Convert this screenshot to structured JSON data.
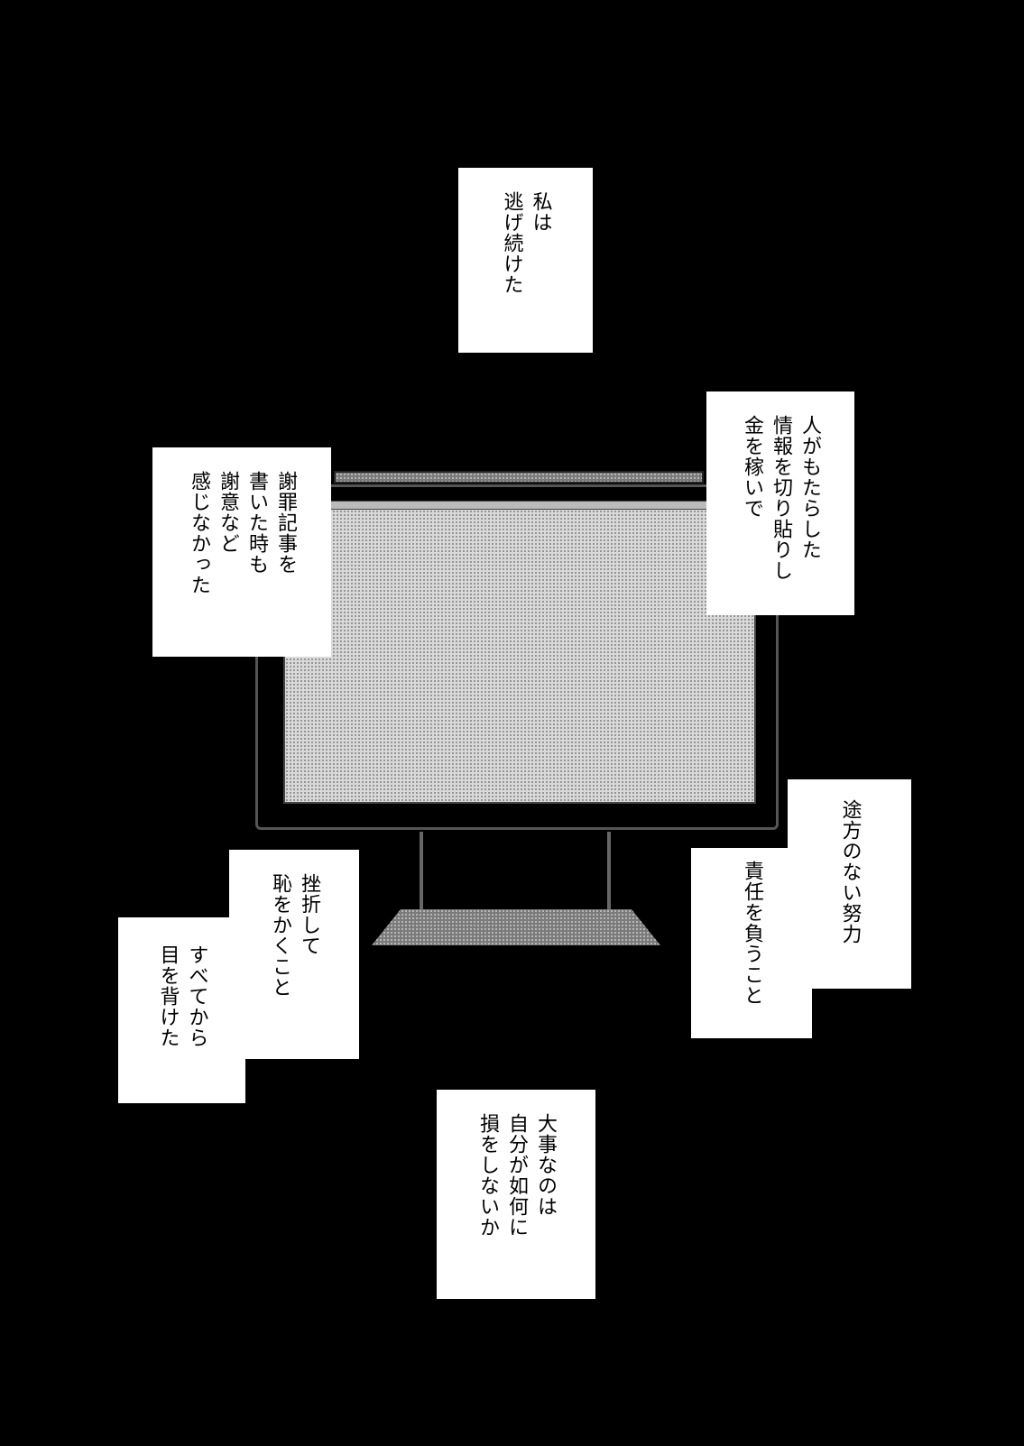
{
  "panel": {
    "captions": [
      {
        "id": "escape",
        "text": "私は\n逃げ続けた"
      },
      {
        "id": "apology",
        "text": "謝罪記事を\n書いた時も\n謝意など\n感じなかった"
      },
      {
        "id": "info",
        "text": "人がもたらした\n情報を切り貼りし\n金を稼いで"
      },
      {
        "id": "effort",
        "text": "途方のない努力"
      },
      {
        "id": "responsibility",
        "text": "責任を負うこと"
      },
      {
        "id": "shame",
        "text": "挫折して\n恥をかくこと"
      },
      {
        "id": "turned",
        "text": "すべてから\n目を背けた"
      },
      {
        "id": "matter",
        "text": "大事なのは\n自分が如何に\n損をしないか"
      }
    ],
    "monitor": {
      "icon": "computer-monitor-icon"
    },
    "colors": {
      "background": "#000000",
      "caption_bg": "#ffffff"
    }
  }
}
